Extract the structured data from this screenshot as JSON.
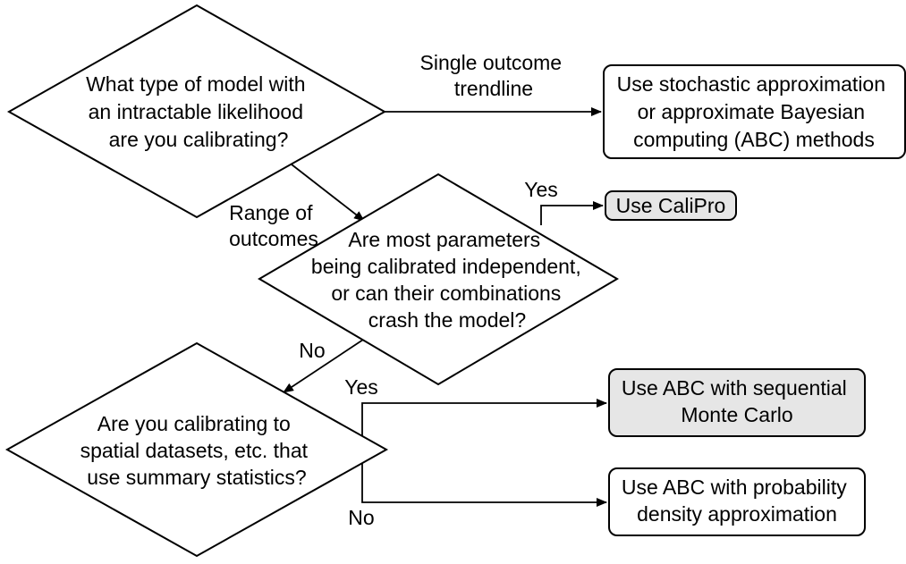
{
  "decisions": {
    "model_type": {
      "lines": [
        "What type of model with",
        "an intractable likelihood",
        "are you calibrating?"
      ]
    },
    "independence": {
      "lines": [
        "Are most parameters",
        "being calibrated independent,",
        "or can their combinations",
        "crash the model?"
      ]
    },
    "spatial": {
      "lines": [
        "Are you calibrating to",
        "spatial datasets, etc. that",
        "use summary statistics?"
      ]
    }
  },
  "outcomes": {
    "stochastic": {
      "lines": [
        "Use stochastic approximation",
        "or approximate Bayesian",
        "computing (ABC) methods"
      ]
    },
    "calipro": {
      "lines": [
        "Use CaliPro"
      ]
    },
    "smc": {
      "lines": [
        "Use ABC with sequential",
        "Monte Carlo"
      ]
    },
    "pda": {
      "lines": [
        "Use ABC with probability",
        "density approximation"
      ]
    }
  },
  "edge_labels": {
    "single_outcome": [
      "Single outcome",
      "trendline"
    ],
    "range_of_outcomes": [
      "Range of",
      "outcomes"
    ],
    "yes_calipro": "Yes",
    "no_spatial": "No",
    "yes_smc": "Yes",
    "no_pda": "No"
  }
}
